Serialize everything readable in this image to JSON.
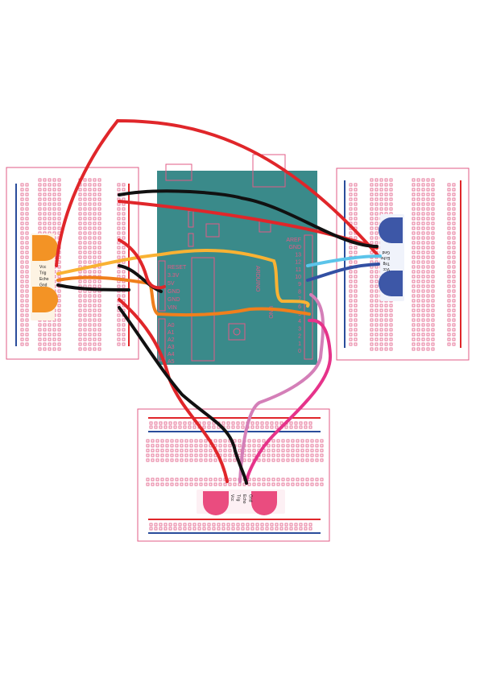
{
  "arduino": {
    "brand_text": "ARDUINO",
    "model_text": "UNO",
    "power_pins": [
      "RESET",
      "3.3V",
      "5V",
      "GND",
      "GND",
      "VIN"
    ],
    "analog_pins": [
      "A0",
      "A1",
      "A2",
      "A3",
      "A4",
      "A5"
    ],
    "digital_pins": [
      "AREF",
      "GND",
      "13",
      "12",
      "11",
      "10",
      "9",
      "8",
      "7",
      "6",
      "5",
      "4",
      "3",
      "2",
      "1",
      "0"
    ]
  },
  "sensors": {
    "left": {
      "pins": [
        "Vcc",
        "Trig",
        "Echo",
        "Gnd"
      ],
      "color": "#f39325"
    },
    "right": {
      "pins": [
        "Vcc",
        "Trig",
        "Echo",
        "Gnd"
      ],
      "color": "#3d57a7"
    },
    "bottom": {
      "pins": [
        "Vcc",
        "Trig",
        "Echo",
        "Gnd"
      ],
      "color": "#ea4c7f"
    }
  },
  "colors": {
    "board": "#3a8a8a",
    "breadboard_hole": "#e25b86",
    "rail_red": "#e0262a",
    "rail_blue": "#2a4d9b",
    "wire_red": "#e0262a",
    "wire_black": "#111111",
    "wire_orange": "#f07f1c",
    "wire_yellow": "#f9b233",
    "wire_light_blue": "#5bc4ea",
    "wire_dark_blue": "#3250a3",
    "wire_pink": "#e6338a",
    "wire_light_pink": "#d47fb8"
  }
}
